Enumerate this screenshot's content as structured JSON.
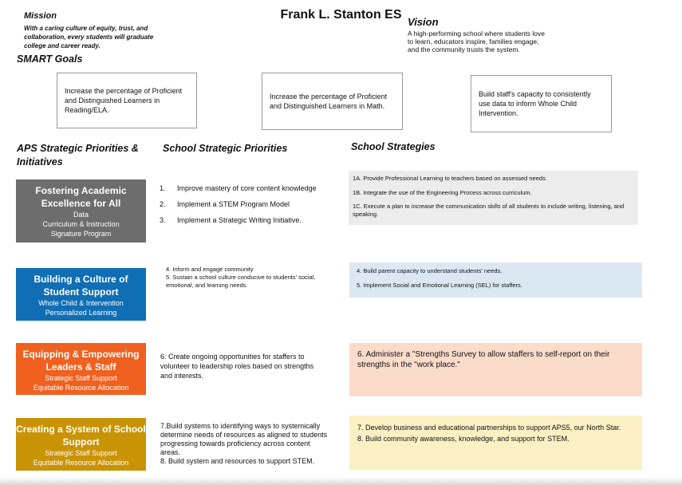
{
  "school_name": "Frank L. Stanton ES",
  "mission": {
    "heading": "Mission",
    "text": "With a caring culture of equity, trust, and collaboration, every students will graduate college and career ready."
  },
  "vision": {
    "heading": "Vision",
    "text": "A high-performing school where students love to learn, educators inspire, families engage, and the community trusts the system."
  },
  "smart_goals": {
    "heading": "SMART Goals",
    "items": [
      "Increase the percentage of Proficient and Distinguished Learners in Reading/ELA.",
      "Increase the percentage of Proficient and Distinguished Learners in Math.",
      "Build staff's capacity to consistently use data to inform Whole Child Intervention."
    ]
  },
  "columns": {
    "aps": "APS Strategic Priorities & Initiatives",
    "school_priorities": "School Strategic Priorities",
    "school_strategies": "School Strategies"
  },
  "rows": [
    {
      "title": "Fostering Academic Excellence for All",
      "subs": [
        "Data",
        "Curriculum & Instruction",
        "Signature Program"
      ],
      "color": "#6d6d6d",
      "priorities": [
        {
          "n": "1.",
          "t": "Improve mastery of core content knowledge"
        },
        {
          "n": "2.",
          "t": "Implement a STEM Program Model"
        },
        {
          "n": "3.",
          "t": "Implement a Strategic Writing Initiative."
        }
      ],
      "strategy_bg": "#ececec",
      "strategies": [
        "1A.  Provide Professional Learning to teachers based on assessed needs.",
        "1B. Integrate the use of the Engineering Process across curriculum.",
        "1C. Execute a plan to increase the communication skills of all students to include writing, listening, and speaking."
      ]
    },
    {
      "title": "Building a Culture of Student Support",
      "subs": [
        "Whole Child & Intervention",
        "Personalized Learning"
      ],
      "color": "#0f6eb4",
      "priorities_text": [
        "4. Inform and engage community",
        "5. Sustain a school culture conducive to students' social, emotional, and learning needs."
      ],
      "strategy_bg": "#dbe8f4",
      "strategies": [
        "4.  Build parent capacity to understand students' needs.",
        "5.  Implement Social and Emotional Learning (SEL) for staffers."
      ]
    },
    {
      "title": "Equipping & Empowering Leaders & Staff",
      "subs": [
        "Strategic Staff Support",
        "Equitable Resource Allocation"
      ],
      "color": "#f0601e",
      "priorities_text": [
        "6.  Create ongoing opportunities for staffers to volunteer to leadership roles based on strengths and interests."
      ],
      "strategy_bg": "#fbdccb",
      "strategies": [
        "6. Administer a \"Strengths Survey to allow staffers to self-report on their strengths in the \"work place.\""
      ]
    },
    {
      "title": "Creating a System of School Support",
      "subs": [
        "Strategic Staff Support",
        "Equitable Resource Allocation"
      ],
      "color": "#c99306",
      "priorities_text": [
        "7.Build systems to  identifying ways to systemically determine needs of resources as aligned to students progressing towards proficiency across content areas.",
        "8. Build system and resources to support STEM."
      ],
      "strategy_bg": "#fbf0c4",
      "strategies": [
        "7.  Develop business and educational partnerships to support APS5, our North Star.",
        "8. Build community awareness, knowledge, and support for STEM."
      ]
    }
  ]
}
